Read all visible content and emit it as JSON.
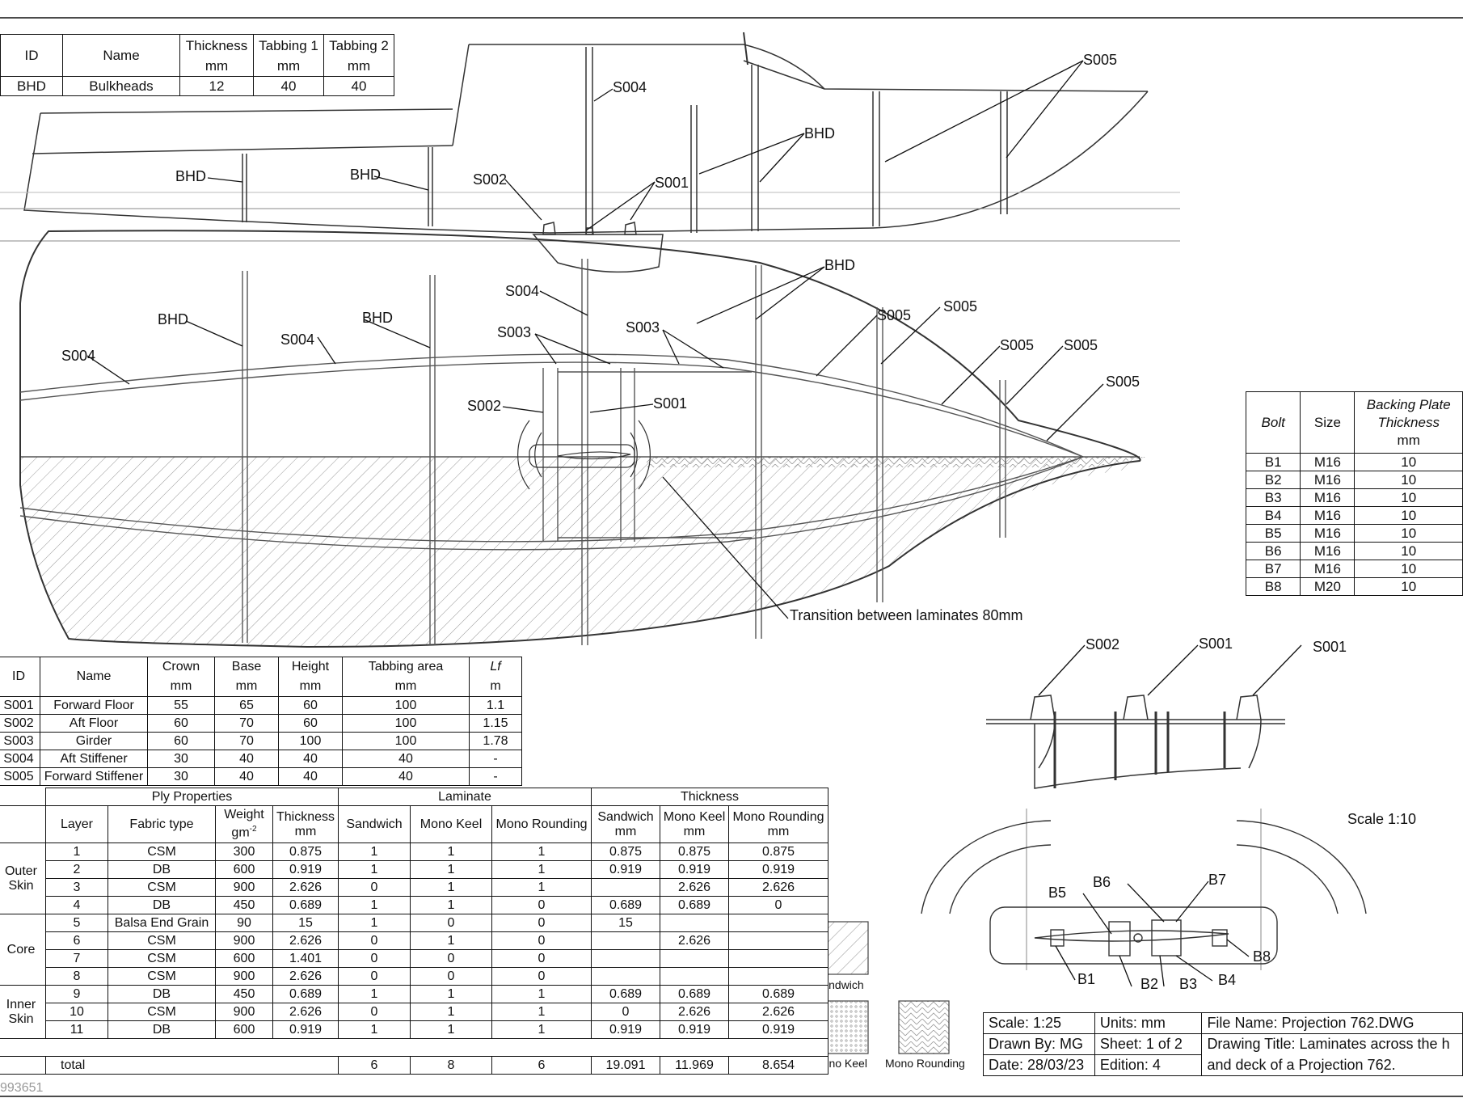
{
  "tables": {
    "bulkheads": {
      "headers": [
        "ID",
        "Name",
        "Thickness",
        "Tabbing 1",
        "Tabbing 2"
      ],
      "units": [
        "",
        "",
        "mm",
        "mm",
        "mm"
      ],
      "rows": [
        [
          "BHD",
          "Bulkheads",
          "12",
          "40",
          "40"
        ]
      ]
    },
    "stiffeners": {
      "headers": [
        "ID",
        "Name",
        "Crown",
        "Base",
        "Height",
        "Tabbing area",
        "Lf"
      ],
      "units": [
        "",
        "",
        "mm",
        "mm",
        "mm",
        "mm",
        "m"
      ],
      "rows": [
        [
          "S001",
          "Forward Floor",
          "55",
          "65",
          "60",
          "100",
          "1.1"
        ],
        [
          "S002",
          "Aft Floor",
          "60",
          "70",
          "60",
          "100",
          "1.15"
        ],
        [
          "S003",
          "Girder",
          "60",
          "70",
          "100",
          "100",
          "1.78"
        ],
        [
          "S004",
          "Aft Stiffener",
          "30",
          "40",
          "40",
          "40",
          "-"
        ],
        [
          "S005",
          "Forward Stiffener",
          "30",
          "40",
          "40",
          "40",
          "-"
        ]
      ]
    },
    "bolts": {
      "headers": [
        "Bolt",
        "Size",
        "Backing Plate Thickness"
      ],
      "units": [
        "",
        "",
        "mm"
      ],
      "rows": [
        [
          "B1",
          "M16",
          "10"
        ],
        [
          "B2",
          "M16",
          "10"
        ],
        [
          "B3",
          "M16",
          "10"
        ],
        [
          "B4",
          "M16",
          "10"
        ],
        [
          "B5",
          "M16",
          "10"
        ],
        [
          "B6",
          "M16",
          "10"
        ],
        [
          "B7",
          "M16",
          "10"
        ],
        [
          "B8",
          "M20",
          "10"
        ]
      ]
    },
    "plies": {
      "group_headers": [
        "Ply Properties",
        "Laminate",
        "Thickness"
      ],
      "headers": [
        "Layer",
        "Fabric type",
        "Weight",
        "Thickness",
        "Sandwich",
        "Mono Keel",
        "Mono Rounding",
        "Sandwich",
        "Mono Keel",
        "Mono Rounding"
      ],
      "weight_unit": "gm",
      "weight_unit_exp": "-2",
      "units": [
        "",
        "",
        "",
        "mm",
        "",
        "",
        "",
        "mm",
        "mm",
        "mm"
      ],
      "sections": [
        {
          "label": "Outer Skin",
          "rows": [
            [
              "1",
              "CSM",
              "300",
              "0.875",
              "1",
              "1",
              "1",
              "0.875",
              "0.875",
              "0.875"
            ],
            [
              "2",
              "DB",
              "600",
              "0.919",
              "1",
              "1",
              "1",
              "0.919",
              "0.919",
              "0.919"
            ],
            [
              "3",
              "CSM",
              "900",
              "2.626",
              "0",
              "1",
              "1",
              "",
              "2.626",
              "2.626"
            ],
            [
              "4",
              "DB",
              "450",
              "0.689",
              "1",
              "1",
              "0",
              "0.689",
              "0.689",
              "0"
            ]
          ]
        },
        {
          "label": "Core",
          "rows": [
            [
              "5",
              "Balsa End Grain",
              "90",
              "15",
              "1",
              "0",
              "0",
              "15",
              "",
              ""
            ],
            [
              "6",
              "CSM",
              "900",
              "2.626",
              "0",
              "1",
              "0",
              "",
              "2.626",
              ""
            ],
            [
              "7",
              "CSM",
              "600",
              "1.401",
              "0",
              "0",
              "0",
              "",
              "",
              ""
            ],
            [
              "8",
              "CSM",
              "900",
              "2.626",
              "0",
              "0",
              "0",
              "",
              "",
              ""
            ]
          ]
        },
        {
          "label": "Inner Skin",
          "rows": [
            [
              "9",
              "DB",
              "450",
              "0.689",
              "1",
              "1",
              "1",
              "0.689",
              "0.689",
              "0.689"
            ],
            [
              "10",
              "CSM",
              "900",
              "2.626",
              "0",
              "1",
              "1",
              "0",
              "2.626",
              "2.626"
            ],
            [
              "11",
              "DB",
              "600",
              "0.919",
              "1",
              "1",
              "1",
              "0.919",
              "0.919",
              "0.919"
            ]
          ]
        }
      ],
      "total": [
        "total",
        "6",
        "8",
        "6",
        "19.091",
        "11.969",
        "8.654"
      ]
    }
  },
  "labels": {
    "s005_top": "S005",
    "s004_top": "S004",
    "bhd_top_1": "BHD",
    "bhd_top_2": "BHD",
    "bhd_top_3": "BHD",
    "s002_top": "S002",
    "s001_top": "S001",
    "bhd_plan_1": "BHD",
    "bhd_plan_2": "BHD",
    "bhd_plan_3": "BHD",
    "s004_plan_1": "S004",
    "s004_plan_2": "S004",
    "s004_plan_3": "S004",
    "s003_plan_1": "S003",
    "s003_plan_2": "S003",
    "s002_plan": "S002",
    "s001_plan": "S001",
    "s005_plan_1": "S005",
    "s005_plan_2": "S005",
    "s005_plan_3": "S005",
    "s005_plan_4": "S005",
    "s005_plan_5": "S005",
    "transition": "Transition between laminates 80mm",
    "det_s002": "S002",
    "det_s001_a": "S001",
    "det_s001_b": "S001",
    "scale": "Scale 1:10",
    "bolts": [
      "B1",
      "B2",
      "B3",
      "B4",
      "B5",
      "B6",
      "B7",
      "B8"
    ]
  },
  "legend": {
    "sandwich": "Sandwich",
    "mono_keel": "Mono Keel",
    "mono_rounding": "Mono Rounding"
  },
  "title_block": {
    "scale": "Scale: 1:25",
    "units": "Units: mm",
    "file": "File Name: Projection 762.DWG",
    "drawn": "Drawn By: MG",
    "sheet": "Sheet: 1 of 2",
    "title_1": "Drawing Title: Laminates across the h",
    "date": "Date: 28/03/23",
    "edition": "Edition: 4",
    "title_2": "and deck of a Projection 762."
  },
  "footer_id": "993651"
}
